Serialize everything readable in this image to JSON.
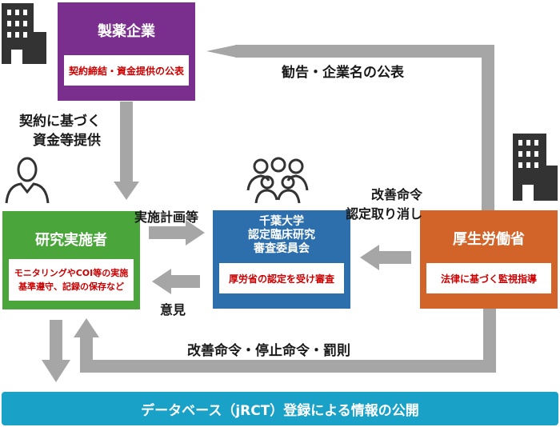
{
  "colors": {
    "company": "#7a2e8e",
    "researcher": "#4aa53a",
    "committee": "#2d6fad",
    "ministry": "#d2642a",
    "database": "#1aa1c7",
    "arrow": "#a6a6a6",
    "icon": "#333333",
    "red_text": "#cc0000"
  },
  "company": {
    "title": "製薬企業",
    "detail": "契約締結・資金提供の公表"
  },
  "researcher": {
    "title": "研究実施者",
    "detail_line1": "モニタリングやCOI等の実施",
    "detail_line2": "基準遵守、記録の保存など"
  },
  "committee": {
    "title_line1": "千葉大学",
    "title_line2": "認定臨床研究",
    "title_line3": "審査委員会",
    "detail": "厚労省の認定を受け審査"
  },
  "ministry": {
    "title": "厚生労働省",
    "detail": "法律に基づく監視指導"
  },
  "database": {
    "label": "データベース（jRCT）登録による情報の公開"
  },
  "labels": {
    "recommend": "勧告・企業名の公表",
    "contract_line1": "契約に基づく",
    "contract_line2": "資金等提供",
    "plan": "実施計画等",
    "opinion": "意見",
    "improve_line1": "改善命令",
    "improve_line2": "認定取り消し",
    "penalty": "改善命令・停止命令・罰則"
  },
  "icons": {
    "company_building": "building-icon",
    "ministry_building": "building-icon",
    "researcher_person": "person-icon",
    "committee_group": "group-icon"
  }
}
